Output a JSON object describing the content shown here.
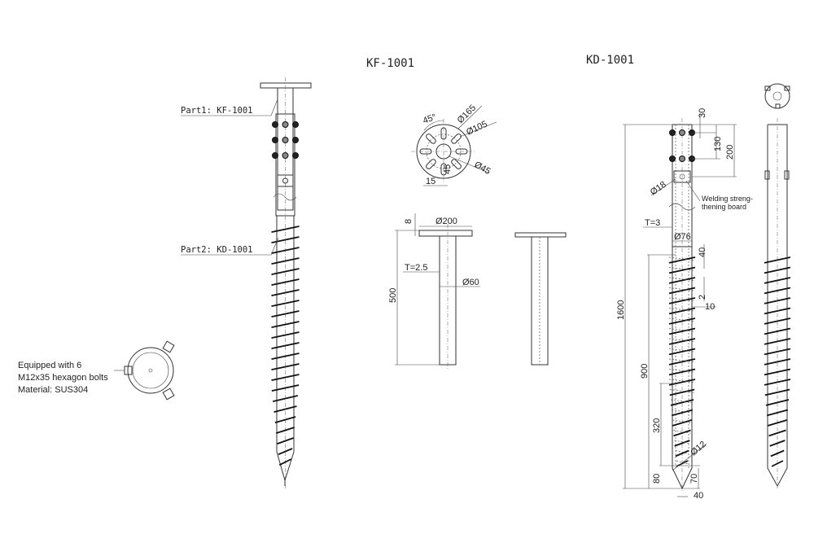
{
  "left_assembly": {
    "part1_label": "Part1: KF-1001",
    "part2_label": "Part2: KD-1001",
    "note_line1": "Equipped with 6",
    "note_line2": "M12x35 hexagon bolts",
    "note_line3": "Material: SUS304"
  },
  "kf1001": {
    "title": "KF-1001",
    "flange_dims": {
      "angle": "45°",
      "d165": "Ø165",
      "d105": "Ø105",
      "d45": "Ø45",
      "slot_len": "45",
      "slot_w": "15"
    },
    "side_dims": {
      "thickness": "8",
      "plate_d": "Ø200",
      "length": "500",
      "wall": "T=2.5",
      "tube_d": "Ø60"
    }
  },
  "kd1001": {
    "title": "KD-1001",
    "dims": {
      "d30": "30",
      "d130": "130",
      "d200": "200",
      "hole": "Ø18",
      "welding_l1": "Welding streng-",
      "welding_l2": "thening board",
      "wall": "T=3",
      "tube_d": "Ø76",
      "pitch40": "40",
      "gap2": "2",
      "blade10": "10",
      "total": "1600",
      "spiral": "900",
      "taper": "320",
      "rod": "Ø12",
      "tip80": "80",
      "tip70": "70",
      "tip40": "40"
    }
  }
}
